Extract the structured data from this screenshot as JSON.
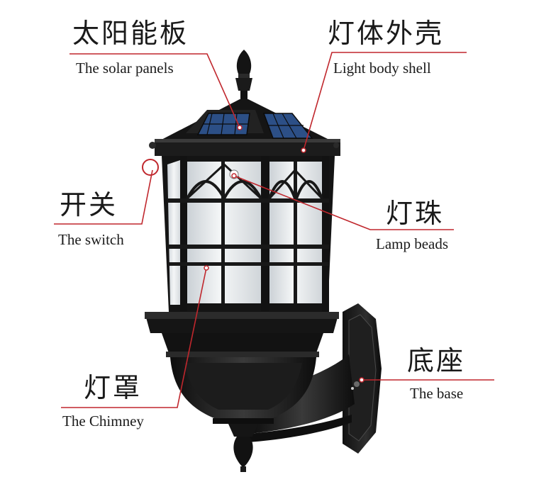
{
  "labels": {
    "solar_panels": {
      "cn": "太阳能板",
      "en": "The solar panels"
    },
    "body_shell": {
      "cn": "灯体外壳",
      "en": "Light body shell"
    },
    "switch": {
      "cn": "开关",
      "en": "The switch"
    },
    "lamp_beads": {
      "cn": "灯珠",
      "en": "Lamp beads"
    },
    "chimney": {
      "cn": "灯罩",
      "en": "The Chimney"
    },
    "base": {
      "cn": "底座",
      "en": "The base"
    }
  },
  "colors": {
    "leader_line": "#c0272d",
    "lamp_body": "#1b1b1b",
    "glass": "#dfe3e6",
    "solar_cell": "#2c4f86"
  }
}
